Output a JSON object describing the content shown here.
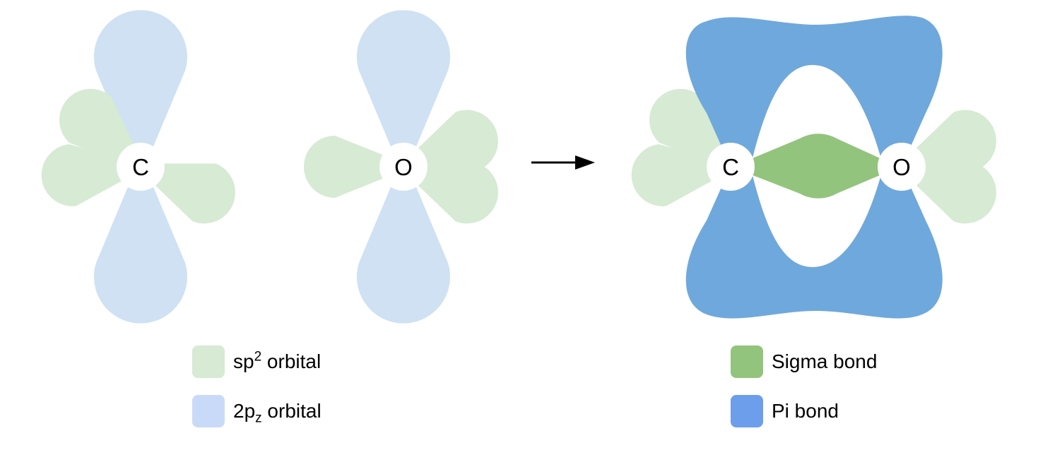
{
  "colors": {
    "sp2_orbital": "#d6ead4",
    "p_orbital": "#cfe1f3",
    "sigma_bond": "#93c47d",
    "pi_bond": "#6fa8dc",
    "legend_p_swatch": "#c9daf8",
    "legend_pi_swatch": "#6d9eeb",
    "arrow": "#000000"
  },
  "atoms": {
    "left_carbon": "C",
    "left_oxygen": "O",
    "right_carbon": "C",
    "right_oxygen": "O"
  },
  "legend_left": {
    "sp2": {
      "base": "sp",
      "sup": "2",
      "rest": " orbital"
    },
    "p": {
      "base": "2p",
      "sub": "z",
      "rest": " orbital"
    }
  },
  "legend_right": {
    "sigma": "Sigma bond",
    "pi": "Pi bond"
  }
}
